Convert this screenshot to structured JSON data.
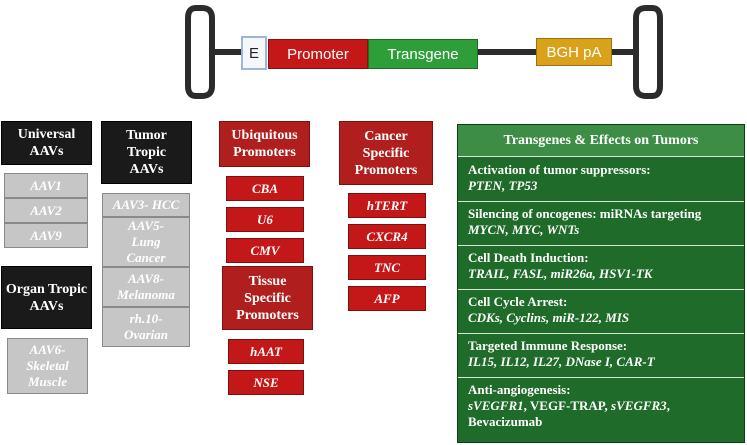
{
  "construct": {
    "e_label": "E",
    "promoter_label": "Promoter",
    "transgene_label": "Transgene",
    "polya_label": "BGH pA"
  },
  "universal": {
    "title": "Universal AAVs",
    "items": [
      "AAV1",
      "AAV2",
      "AAV9"
    ]
  },
  "tumor_tropic": {
    "title": "Tumor Tropic AAVs",
    "items": [
      "AAV3- HCC",
      "AAV5- Lung Cancer",
      "AAV8- Melanoma",
      "rh.10- Ovarian"
    ]
  },
  "organ_tropic": {
    "title": "Organ Tropic AAVs",
    "items": [
      "AAV6- Skeletal Muscle"
    ]
  },
  "ubiquitous": {
    "title": "Ubiquitous Promoters",
    "items": [
      "CBA",
      "U6",
      "CMV"
    ]
  },
  "tissue_specific": {
    "title": "Tissue Specific Promoters",
    "items": [
      "hAAT",
      "NSE"
    ]
  },
  "cancer_specific": {
    "title": "Cancer Specific Promoters",
    "items": [
      "hTERT",
      "CXCR4",
      "TNC",
      "AFP"
    ]
  },
  "transgenes": {
    "title": "Transgenes & Effects on Tumors",
    "sections": [
      {
        "title": "Activation of tumor suppressors:",
        "examples": "PTEN, TP53"
      },
      {
        "title": "Silencing of oncogenes: miRNAs targeting",
        "examples": "MYCN, MYC, WNTs"
      },
      {
        "title": "Cell Death Induction:",
        "examples": "TRAIL, FASL, miR26a, HSV1-TK"
      },
      {
        "title": "Cell Cycle Arrest:",
        "examples": "CDKs, Cyclins, miR-122, MIS"
      },
      {
        "title": "Targeted Immune Response:",
        "examples": "IL15, IL12, IL27, DNase I, CAR-T"
      },
      {
        "title": "Anti-angiogenesis:",
        "examples_html_parts": [
          "sVEGFR1",
          ", VEGF-TRAP, ",
          "sVEGFR3",
          ",",
          "Bevacizumab"
        ]
      }
    ]
  },
  "colors": {
    "black_header": "#1a1a1a",
    "red_header": "#b01e1e",
    "gray_item": "#c6c6c6",
    "green_panel": "#1e6b2a",
    "promoter": "#c41717",
    "transgene": "#2e9e3a",
    "polya": "#d9a21a"
  }
}
